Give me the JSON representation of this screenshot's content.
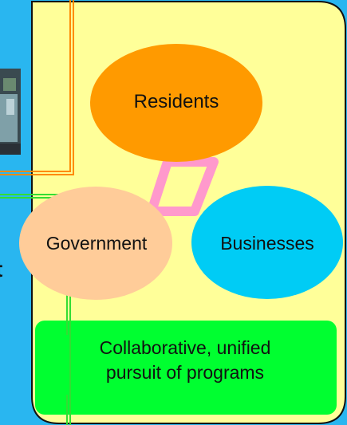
{
  "diagram": {
    "nodes": {
      "residents": "Residents",
      "government": "Government",
      "businesses": "Businesses"
    },
    "outcome_box": {
      "line1": "Collaborative, unified",
      "line2": "pursuit of programs"
    },
    "cropped_glyph": "t"
  },
  "colors": {
    "background": "#29b6f0",
    "panel": "#ffff99",
    "residents": "#ff9a00",
    "government": "#ffcc99",
    "businesses": "#00ccf5",
    "triangle": "#ff99cc",
    "outcome_box": "#00ff30",
    "orange_border": "#ff8a00",
    "green_border": "#33dd33"
  }
}
